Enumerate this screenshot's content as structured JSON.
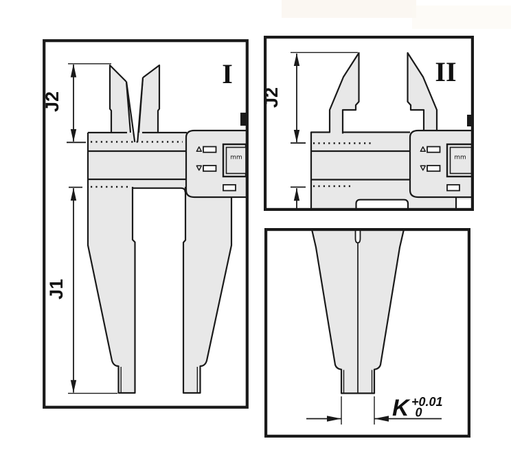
{
  "panels": {
    "p1": {
      "numeral": "I",
      "dim_j2": "J2",
      "dim_j1": "J1",
      "unit": "mm"
    },
    "p2": {
      "numeral": "II",
      "dim_j2": "J2",
      "unit": "mm"
    },
    "p3": {
      "dim_k": "K",
      "tol_upper": "+0.01",
      "tol_lower": "0"
    }
  },
  "colors": {
    "body_fill": "#e8e8e8",
    "outline": "#1a1a1a",
    "background": "#ffffff",
    "button_fill": "#ffffff"
  }
}
